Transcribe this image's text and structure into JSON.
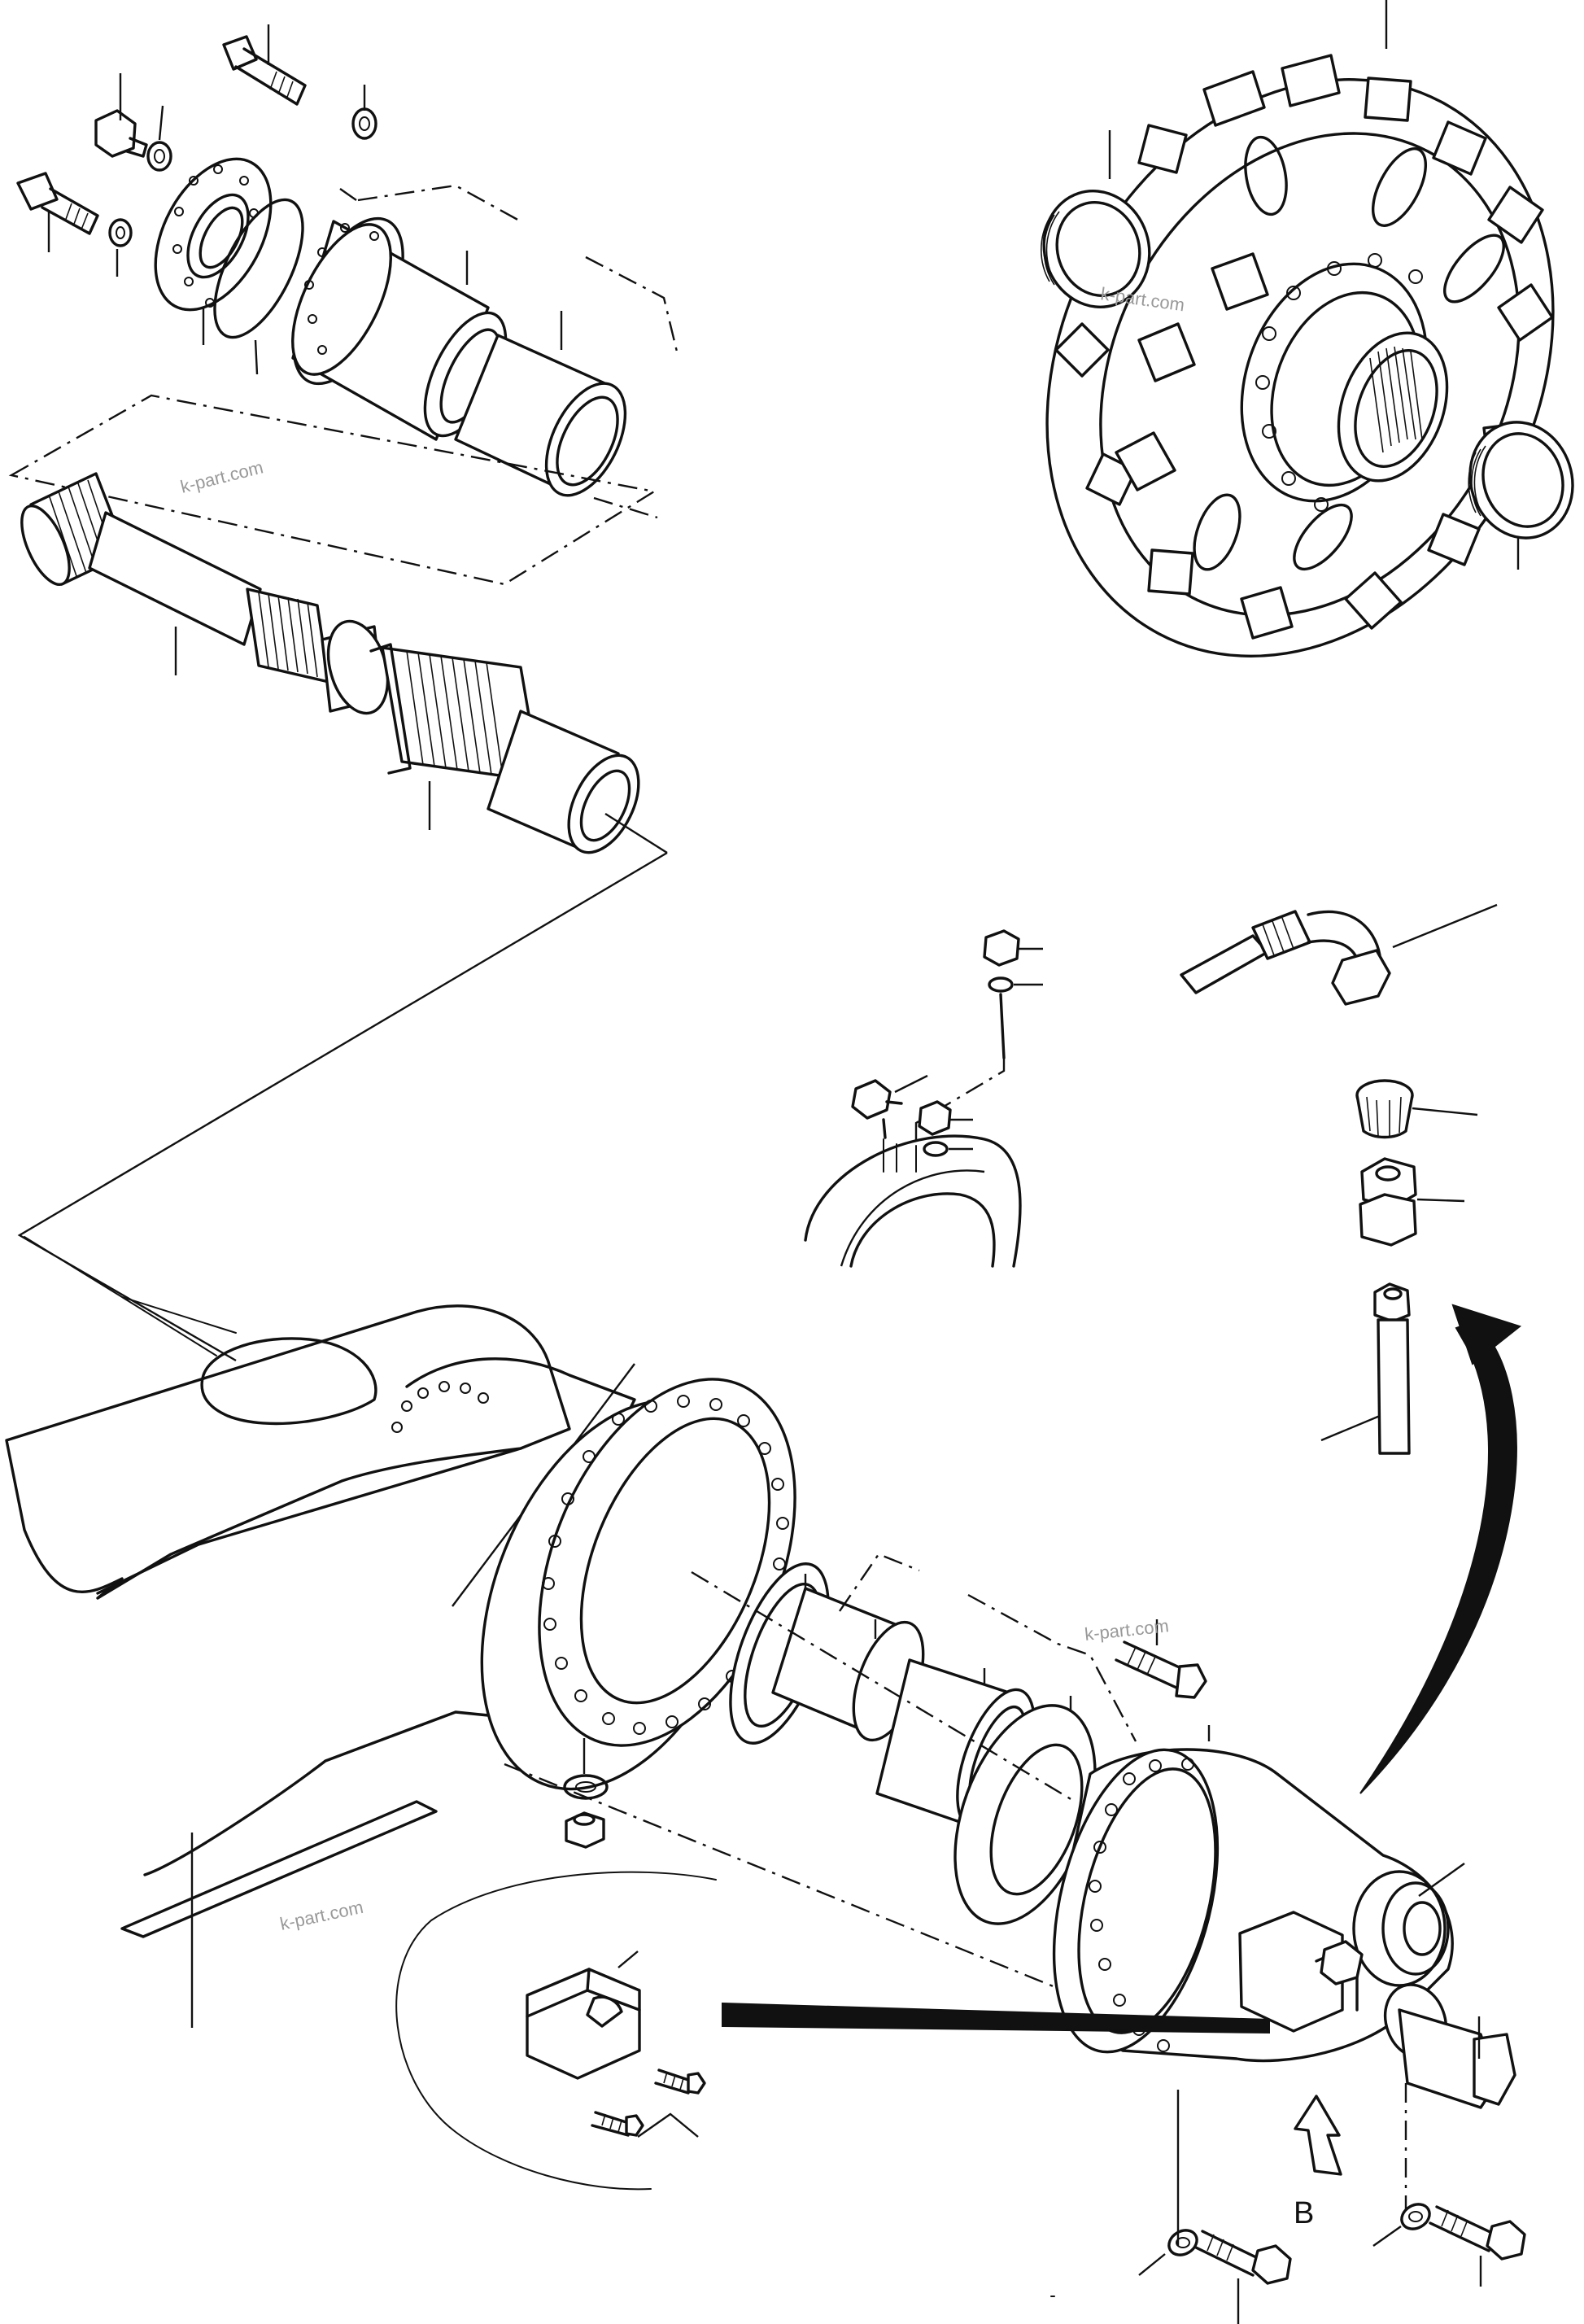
{
  "diagram": {
    "labels": {
      "detail_b": "B"
    },
    "watermarks": [
      "k-part.com",
      "k-part.com",
      "k-part.com",
      "k-part.com"
    ]
  }
}
